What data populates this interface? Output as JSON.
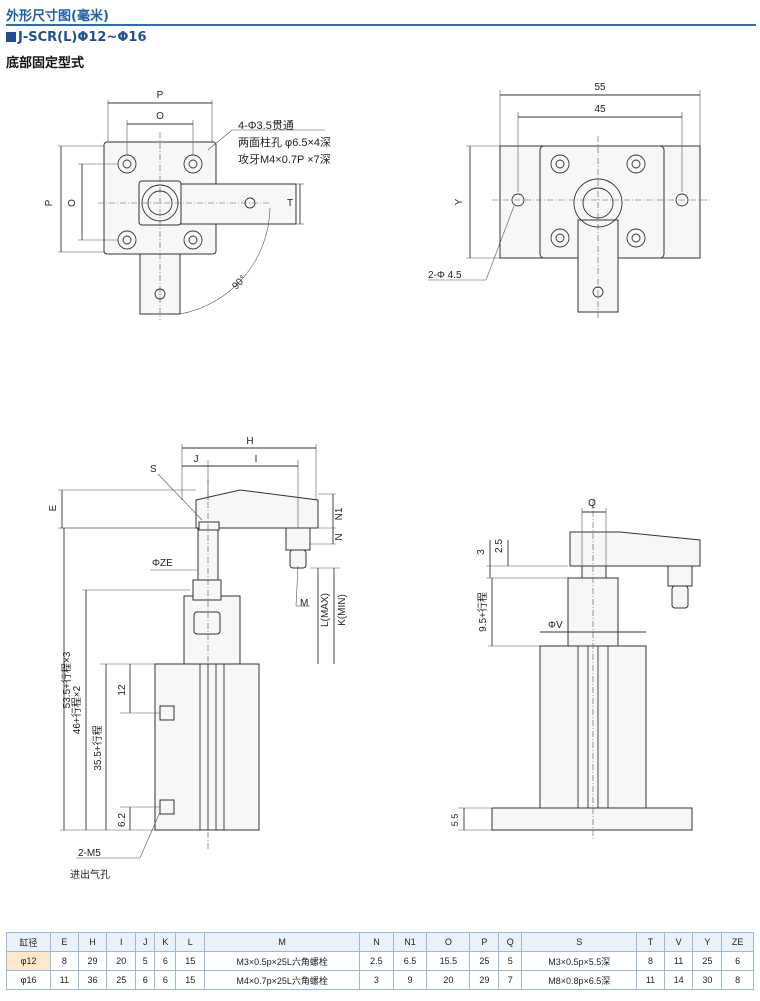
{
  "header": {
    "title": "外形尺寸图(毫米)",
    "model": "J-SCR(L)Φ12~Φ16",
    "mount_type": "底部固定型式"
  },
  "top_left_view": {
    "dim_P_top": "P",
    "dim_O_top": "O",
    "dim_P_left": "P",
    "dim_O_left": "O",
    "dim_T": "T",
    "angle": "90°",
    "note_line1": "4-Φ3.5贯通",
    "note_line2": "两面柱孔 φ6.5×4深",
    "note_line3": "攻牙M4×0.7P ×7深"
  },
  "top_right_view": {
    "dim_55": "55",
    "dim_45": "45",
    "dim_Y": "Y",
    "hole_note": "2-Φ 4.5"
  },
  "front_view": {
    "dim_H": "H",
    "dim_J": "J",
    "dim_I": "I",
    "label_S": "S",
    "label_E": "E",
    "label_N1": "N1",
    "label_N": "N",
    "label_ZE": "ΦZE",
    "label_M": "M",
    "label_L": "L(MAX)",
    "label_K": "K(MIN)",
    "dim_533": "53.5+行程×3",
    "dim_462": "46+行程×2",
    "dim_355": "35.5+行程",
    "dim_12": "12",
    "dim_62": "6.2",
    "port_note": "2-M5",
    "port_label": "进出气孔"
  },
  "side_view": {
    "label_Q": "Q",
    "dim_3": "3",
    "dim_25": "2.5",
    "dim_95": "9.5+行程",
    "label_V": "ΦV",
    "dim_55": "5.5"
  },
  "table": {
    "headers": [
      "缸径",
      "E",
      "H",
      "I",
      "J",
      "K",
      "L",
      "M",
      "N",
      "N1",
      "O",
      "P",
      "Q",
      "S",
      "T",
      "V",
      "Y",
      "ZE"
    ],
    "rows": [
      [
        "φ12",
        "8",
        "29",
        "20",
        "5",
        "6",
        "15",
        "M3×0.5p×25L六角螺栓",
        "2.5",
        "6.5",
        "15.5",
        "25",
        "5",
        "M3×0.5p×5.5深",
        "8",
        "11",
        "25",
        "6"
      ],
      [
        "φ16",
        "11",
        "36",
        "25",
        "6",
        "6",
        "15",
        "M4×0.7p×25L六角螺栓",
        "3",
        "9",
        "20",
        "29",
        "7",
        "M8×0.8p×6.5深",
        "11",
        "14",
        "30",
        "8"
      ]
    ]
  }
}
